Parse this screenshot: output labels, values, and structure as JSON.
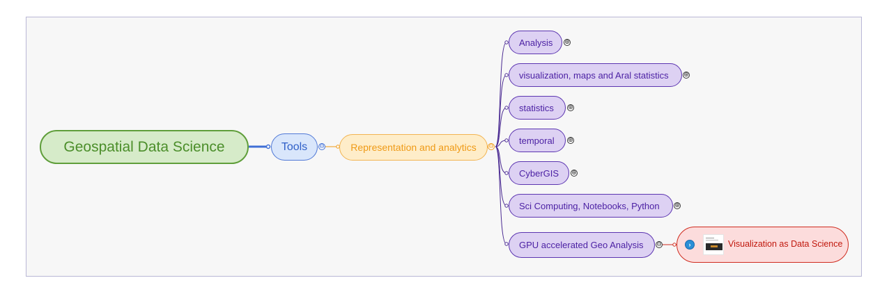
{
  "mindmap": {
    "root": {
      "label": "Geospatial Data Science"
    },
    "tools": {
      "label": "Tools"
    },
    "representation": {
      "label": "Representation and analytics"
    },
    "children": [
      {
        "label": "Analysis"
      },
      {
        "label": "visualization, maps and Aral statistics"
      },
      {
        "label": "statistics"
      },
      {
        "label": "temporal"
      },
      {
        "label": "CyberGIS"
      },
      {
        "label": "Sci Computing, Notebooks, Python"
      },
      {
        "label": "GPU accelerated Geo Analysis"
      }
    ],
    "reference": {
      "label": "Visualization as Data Science"
    }
  },
  "icons": {
    "expand": "⊕",
    "collapse": "⊖",
    "link": "›"
  },
  "colors": {
    "root": "#5f9e3a",
    "tools": "#4f78d6",
    "representation": "#f2b451",
    "leaf": "#5b34b0",
    "reference": "#cf2a1d",
    "canvas_border": "#b9b7d6"
  }
}
